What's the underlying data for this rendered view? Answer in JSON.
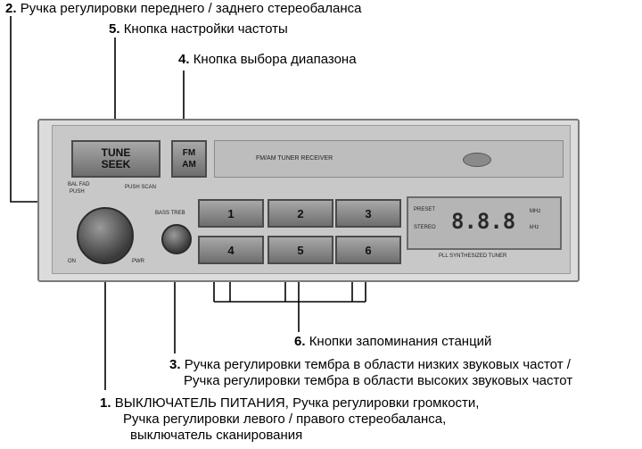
{
  "labels": {
    "l2": {
      "num": "2.",
      "text": "Ручка регулировки переднего / заднего стереобаланса"
    },
    "l5": {
      "num": "5.",
      "text": "Кнопка настройки частоты"
    },
    "l4": {
      "num": "4.",
      "text": "Кнопка выбора диапазона"
    },
    "l6": {
      "num": "6.",
      "text": "Кнопки запоминания станций"
    },
    "l3": {
      "num": "3.",
      "line1": "Ручка регулировки тембра в области низких звуковых частот /",
      "line2": "Ручка регулировки тембра в области высоких звуковых частот"
    },
    "l1": {
      "num": "1.",
      "line1": "ВЫКЛЮЧАТЕЛЬ ПИТАНИЯ, Ручка регулировки громкости,",
      "line2": "Ручка регулировки левого / правого стереобаланса,",
      "line3": "выключатель сканирования"
    }
  },
  "radio": {
    "tune_seek": "TUNE\nSEEK",
    "fm_am": "FM\nAM",
    "title": "FM/AM TUNER RECEIVER",
    "presets": [
      "1",
      "2",
      "3",
      "4",
      "5",
      "6"
    ],
    "lcd_value": "8.8.8",
    "lcd_caption": "PLL SYNTHESIZED TUNER",
    "knob_top": "BAL FAD",
    "knob_push": "PUSH",
    "knob_on": "ON",
    "knob_pwr": "PWR",
    "bass_treb": "BASS TREB",
    "push_scan": "PUSH SCAN",
    "lcd_left1": "PRESET",
    "lcd_left2": "STEREO",
    "lcd_right1": "MHz",
    "lcd_right2": "kHz"
  }
}
